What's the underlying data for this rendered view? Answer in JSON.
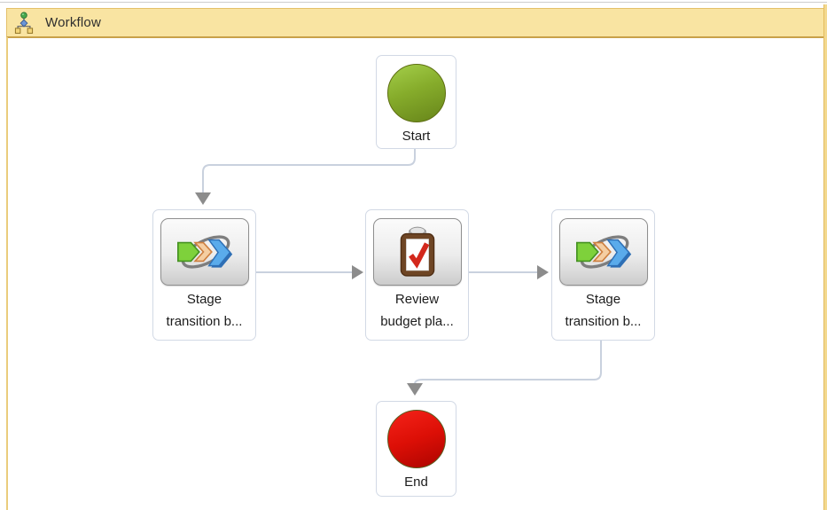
{
  "header": {
    "title": "Workflow",
    "icon": "workflow-hierarchy-icon",
    "colors": {
      "background": "#F9E4A2",
      "border": "#E3C069",
      "bottom_border": "#C9A14A"
    }
  },
  "diagram": {
    "nodes": [
      {
        "id": "start",
        "type": "start-event",
        "label": "Start",
        "icon": "green-circle-icon",
        "color": "#86AC2B"
      },
      {
        "id": "stage-transition-1",
        "type": "stage-transition-step",
        "label_line1": "Stage",
        "label_line2": "transition b...",
        "icon": "stage-transition-arrows-icon"
      },
      {
        "id": "review-budget",
        "type": "task-step",
        "label_line1": "Review",
        "label_line2": "budget pla...",
        "icon": "clipboard-check-icon"
      },
      {
        "id": "stage-transition-2",
        "type": "stage-transition-step",
        "label_line1": "Stage",
        "label_line2": "transition b...",
        "icon": "stage-transition-arrows-icon"
      },
      {
        "id": "end",
        "type": "end-event",
        "label": "End",
        "icon": "red-circle-icon",
        "color": "#DC0F06"
      }
    ],
    "connectors": [
      {
        "from": "start",
        "to": "stage-transition-1"
      },
      {
        "from": "stage-transition-1",
        "to": "review-budget"
      },
      {
        "from": "review-budget",
        "to": "stage-transition-2"
      },
      {
        "from": "stage-transition-2",
        "to": "end"
      }
    ],
    "connector_color": "#C9D1DE",
    "arrowhead_color": "#8C8C8C"
  }
}
